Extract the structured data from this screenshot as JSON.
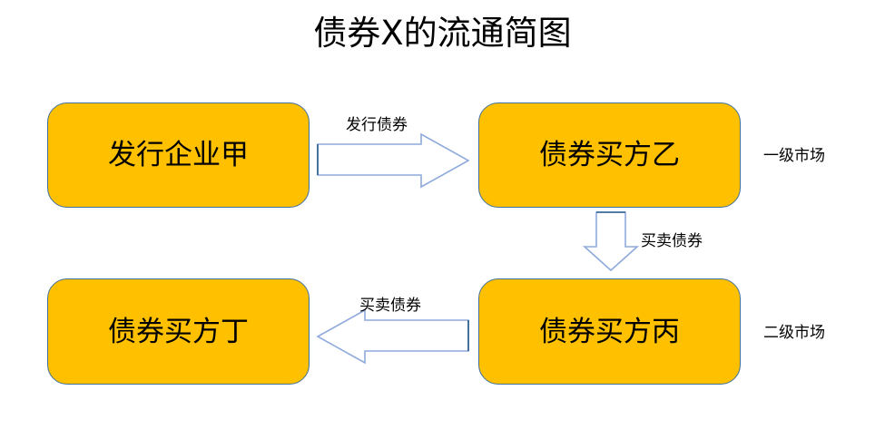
{
  "diagram": {
    "title": "债券X的流通简图",
    "type": "flow-diagram",
    "background_color": "#FFFFFF",
    "node_fill_color": "#FFC000",
    "node_border_color": "#41719C",
    "arrow_stroke_color": "#8FAADC",
    "arrow_fill_color": "#FFFFFF",
    "text_color": "#000000",
    "nodes": [
      {
        "id": "issuer",
        "label": "发行企业甲",
        "row": "primary",
        "column": "left"
      },
      {
        "id": "buyer-b",
        "label": "债券买方乙",
        "row": "primary",
        "column": "right"
      },
      {
        "id": "buyer-d",
        "label": "债券买方丁",
        "row": "secondary",
        "column": "left"
      },
      {
        "id": "buyer-c",
        "label": "债券买方丙",
        "row": "secondary",
        "column": "right"
      }
    ],
    "edges": [
      {
        "id": "issue-bond",
        "label": "发行债券",
        "from": "issuer",
        "to": "buyer-b",
        "direction": "right"
      },
      {
        "id": "trade-bond-v",
        "label": "买卖债券",
        "from": "buyer-b",
        "to": "buyer-c",
        "direction": "down"
      },
      {
        "id": "trade-bond-h",
        "label": "买卖债券",
        "from": "buyer-c",
        "to": "buyer-d",
        "direction": "left"
      }
    ],
    "market_labels": [
      {
        "id": "primary-market",
        "label": "一级市场"
      },
      {
        "id": "secondary-market",
        "label": "二级市场"
      }
    ]
  }
}
